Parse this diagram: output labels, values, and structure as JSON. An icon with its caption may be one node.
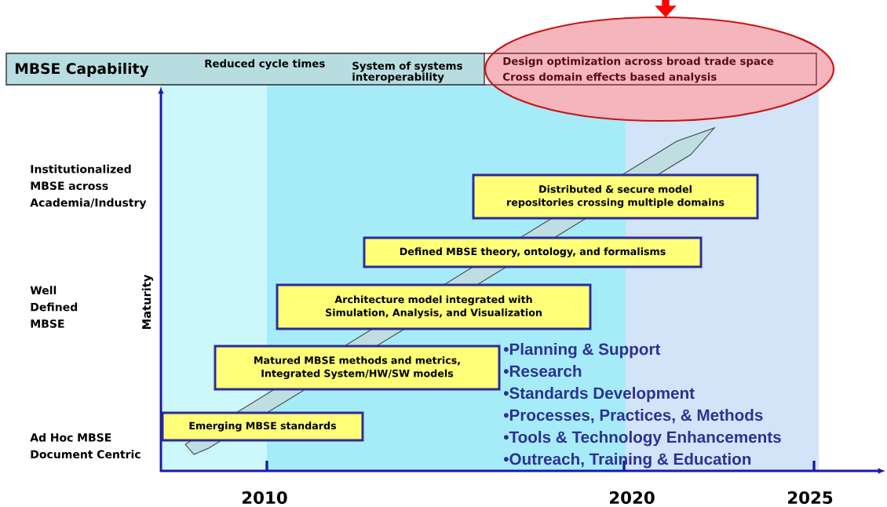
{
  "diagram": {
    "nodes": [
      {
        "text": [
          "MBSE Capability",
          "Reduced cycle times",
          "System of systems interoperability"
        ]
      },
      {
        "text": [
          "Design optimization across broad trade space",
          "Cross domain effects based analysis"
        ]
      },
      {
        "text": [
          "Emerging MBSE standards"
        ]
      },
      {
        "text": [
          "Matured MBSE methods and metrics, Integrated System/HW/SW models"
        ]
      },
      {
        "text": [
          "Architecture model integrated with Simulation, Analysis, and Visualization"
        ]
      },
      {
        "text": [
          "Defined MBSE theory, ontology, and formalisms"
        ]
      },
      {
        "text": [
          "Distributed & secure model repositories crossing multiple domains"
        ]
      }
    ],
    "edges": [
      {
        "from": null,
        "to": 1,
        "arrow": "to"
      }
    ],
    "labels": [
      "Institutionalized MBSE across Academia/Industry",
      "Well Defined MBSE",
      "Maturity",
      "•Planning & Support",
      "•Research",
      "•Standards Development",
      "•Processes, Practices, & Methods",
      "•Tools & Technology Enhancements",
      "•Outreach, Training & Education",
      "Ad Hoc MBSE Document Centric",
      "2010",
      "2020",
      "2025"
    ]
  }
}
